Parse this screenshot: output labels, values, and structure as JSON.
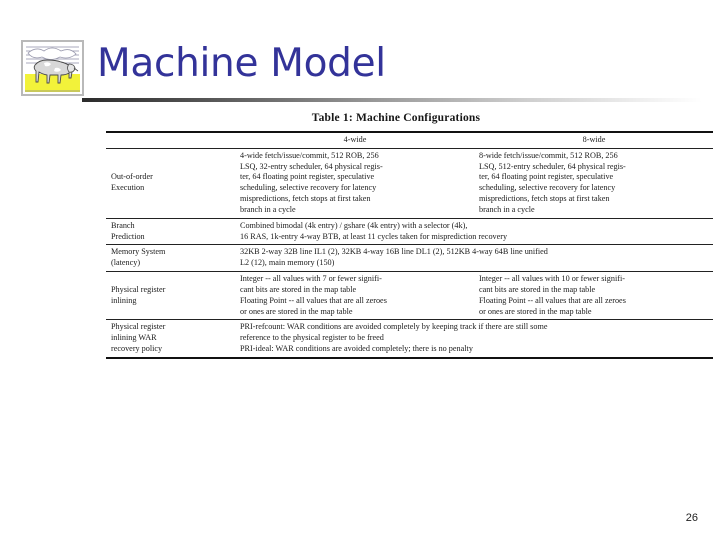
{
  "slide": {
    "title": "Machine Model",
    "page_number": "26",
    "title_color": "#333399",
    "logo_icon": "grazing-cow-logo"
  },
  "table": {
    "caption": "Table 1: Machine Configurations",
    "columns": [
      "",
      "4-wide",
      "8-wide"
    ],
    "rows": [
      {
        "label": [
          "Out-of-order",
          "Execution"
        ],
        "span": false,
        "four_wide": [
          "4-wide fetch/issue/commit, 512 ROB, 256",
          "LSQ, 32-entry scheduler, 64 physical regis-",
          "ter, 64 floating point register, speculative",
          "scheduling, selective recovery for latency",
          "mispredictions, fetch stops at first taken",
          "branch in a cycle"
        ],
        "eight_wide": [
          "8-wide fetch/issue/commit, 512 ROB, 256",
          "LSQ, 512-entry scheduler, 64 physical regis-",
          "ter, 64 floating point register, speculative",
          "scheduling, selective recovery for latency",
          "mispredictions, fetch stops at first taken",
          "branch in a cycle"
        ]
      },
      {
        "label": [
          "Branch",
          "Prediction"
        ],
        "span": true,
        "content": [
          "Combined bimodal (4k entry) / gshare (4k entry) with a selector (4k),",
          "16 RAS, 1k-entry 4-way BTB, at least 11 cycles taken for misprediction recovery"
        ]
      },
      {
        "label": [
          "Memory System",
          "(latency)"
        ],
        "span": true,
        "content": [
          "32KB 2-way 32B line IL1 (2), 32KB 4-way 16B line DL1 (2), 512KB 4-way 64B line unified",
          "L2 (12), main memory (150)"
        ]
      },
      {
        "label": [
          "Physical register",
          "inlining"
        ],
        "span": false,
        "four_wide": [
          "Integer -- all values with 7 or fewer signifi-",
          "cant bits are stored in the map table",
          "Floating Point -- all values that are all zeroes",
          "or ones are stored in the map table"
        ],
        "eight_wide": [
          "Integer -- all values with 10 or fewer signifi-",
          "cant bits are stored in the map table",
          "Floating Point -- all values that are all zeroes",
          "or ones are stored in the map table"
        ]
      },
      {
        "label": [
          "Physical register",
          "inlining WAR",
          "recovery policy"
        ],
        "span": true,
        "content": [
          "PRI-refcount: WAR conditions are avoided completely by keeping track if there are still some",
          "reference to the physical register to be freed",
          "PRI-ideal: WAR conditions are avoided completely; there is no penalty"
        ]
      }
    ]
  }
}
